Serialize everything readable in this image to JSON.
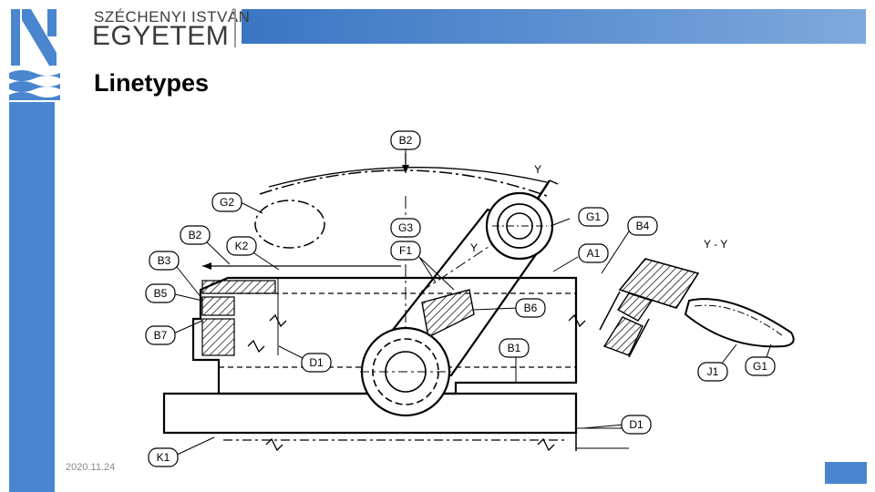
{
  "header": {
    "university_top": "SZÉCHENYI ISTVÁN",
    "university_bottom": "EGYETEM",
    "title": "Linetypes"
  },
  "footer": {
    "date": "2020.11.24"
  },
  "diagram": {
    "callouts": {
      "b2_top": "B2",
      "g2": "G2",
      "g3": "G3",
      "g1_top": "G1",
      "b4": "B4",
      "a1": "A1",
      "b2_left": "B2",
      "k2": "K2",
      "f1": "F1",
      "b3": "B3",
      "b5": "B5",
      "b6": "B6",
      "b7": "B7",
      "b1": "B1",
      "d1_mid": "D1",
      "d1_right": "D1",
      "j1": "J1",
      "g1_right": "G1",
      "k1": "K1"
    },
    "section_marks": {
      "y_top": "Y",
      "y_mid": "Y",
      "section_label": "Y - Y"
    }
  },
  "colors": {
    "brand_blue": "#4a86cf",
    "bar_gradient_start": "#3a75c4",
    "bar_gradient_end": "#7ea9dc",
    "logo_gray": "#3a3a3a"
  }
}
